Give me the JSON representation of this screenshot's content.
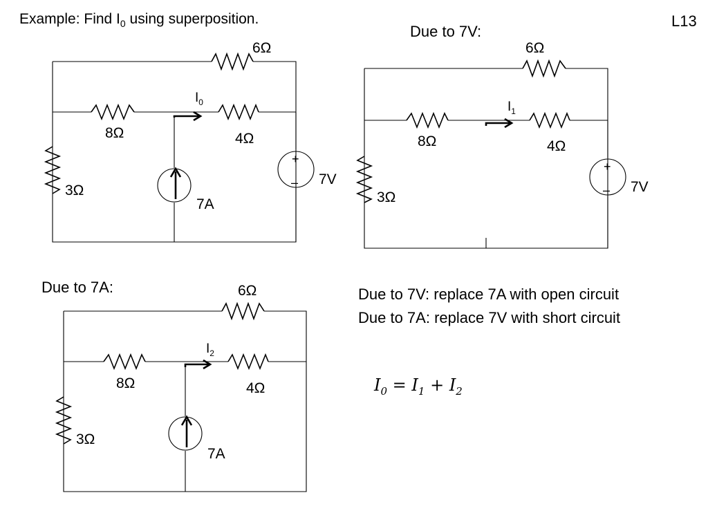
{
  "title": {
    "prefix": "Example:  Find  I",
    "sub": "0",
    "suffix": " using superposition."
  },
  "slide_id": "L13",
  "main_circuit": {
    "r_top": "6Ω",
    "r_left_mid": "8Ω",
    "r_right_mid": "4Ω",
    "r_left": "3Ω",
    "current_label": "I",
    "current_sub": "0",
    "source_i": "7A",
    "source_v": "7V",
    "plus": "+",
    "minus": "–"
  },
  "circuit_7v": {
    "heading": "Due to 7V:",
    "r_top": "6Ω",
    "r_left_mid": "8Ω",
    "r_right_mid": "4Ω",
    "r_left": "3Ω",
    "current_label": "I",
    "current_sub": "1",
    "source_v": "7V",
    "plus": "+",
    "minus": "–"
  },
  "circuit_7a": {
    "heading": "Due to 7A:",
    "r_top": "6Ω",
    "r_left_mid": "8Ω",
    "r_right_mid": "4Ω",
    "r_left": "3Ω",
    "current_label": "I",
    "current_sub": "2",
    "source_i": "7A"
  },
  "notes": {
    "line1": "Due to 7V: replace 7A with open circuit",
    "line2": "Due to 7A: replace 7V with short circuit"
  },
  "equation": {
    "lhs": "I",
    "lhs_sub": "0",
    "eq": " = ",
    "t1": "I",
    "t1_sub": "1",
    "plus": " + ",
    "t2": "I",
    "t2_sub": "2"
  }
}
